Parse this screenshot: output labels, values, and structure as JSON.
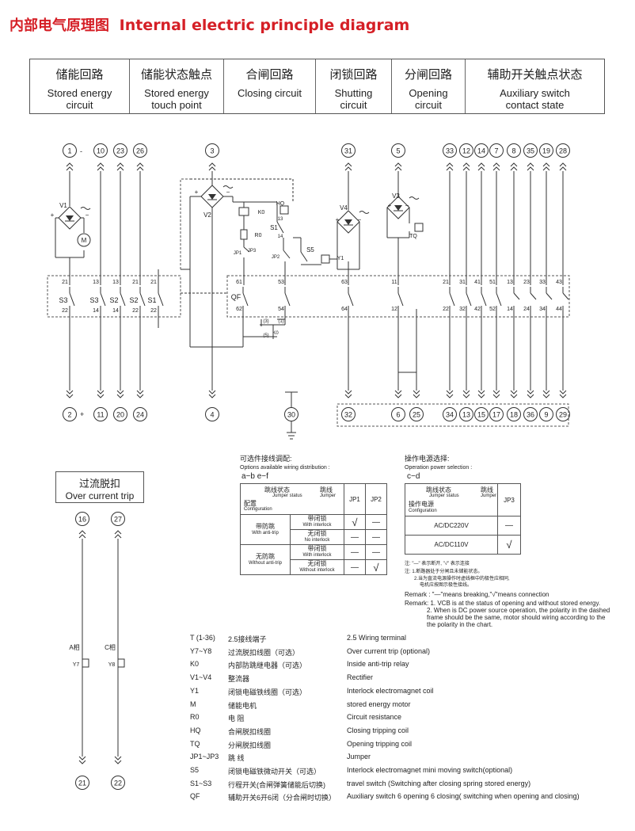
{
  "title": {
    "cn": "内部电气原理图",
    "en": "Internal electric principle diagram"
  },
  "header_cells": [
    {
      "cn": "储能回路",
      "en": "Stored energy\ncircuit"
    },
    {
      "cn": "储能状态触点",
      "en": "Stored energy\ntouch point"
    },
    {
      "cn": "合闸回路",
      "en": "Closing circuit"
    },
    {
      "cn": "闭锁回路",
      "en": "Shutting\ncircuit"
    },
    {
      "cn": "分闸回路",
      "en": "Opening\ncircuit"
    },
    {
      "cn": "辅助开关触点状态",
      "en": "Auxiliary switch\ncontact state"
    }
  ],
  "top_terminals": [
    "1",
    "10",
    "23",
    "26",
    "3",
    "31",
    "5",
    "33",
    "12",
    "14",
    "7",
    "8",
    "35",
    "19",
    "28"
  ],
  "top_minus": "-",
  "bottom_terminals": [
    "2",
    "11",
    "20",
    "24",
    "4",
    "30",
    "32",
    "6",
    "25",
    "34",
    "13",
    "15",
    "17",
    "18",
    "36",
    "9",
    "29"
  ],
  "bottom_plus": "+",
  "component_labels": {
    "v1": "V1",
    "v2": "V2",
    "v3": "V3",
    "v4": "V4",
    "m": "M",
    "k0": "K0",
    "hq": "HQ",
    "r0": "R0",
    "s1": "S1",
    "jp1": "JP1",
    "jp3": "JP3",
    "jp2": "JP2",
    "s5": "S5",
    "y1": "Y1",
    "tq": "TQ",
    "qf": "QF",
    "k0b": "K0",
    "n13": "13",
    "n14": "14",
    "p3": "(3)",
    "p1": "(1)",
    "p5": "(5)"
  },
  "switch_labels": {
    "left": [
      {
        "top": "21",
        "name": "S3",
        "bot": "22"
      },
      {
        "top": "13",
        "name": "S3",
        "bot": "14"
      },
      {
        "top": "13",
        "name": "S2",
        "bot": "14"
      },
      {
        "top": "21",
        "name": "S2",
        "bot": "22"
      },
      {
        "top": "21",
        "name": "S1",
        "bot": "22"
      }
    ],
    "qf": [
      {
        "top": "61",
        "bot": "62"
      },
      {
        "top": "53",
        "bot": "54"
      },
      {
        "top": "63",
        "bot": "64"
      },
      {
        "top": "11",
        "bot": "12"
      },
      {
        "top": "21",
        "bot": "22"
      },
      {
        "top": "31",
        "bot": "32"
      },
      {
        "top": "41",
        "bot": "42"
      },
      {
        "top": "51",
        "bot": "52"
      },
      {
        "top": "13",
        "bot": "14"
      },
      {
        "top": "23",
        "bot": "24"
      },
      {
        "top": "33",
        "bot": "34"
      },
      {
        "top": "43",
        "bot": "44"
      }
    ]
  },
  "over_current": {
    "cn": "过流脱扣",
    "en": "Over current trip",
    "terminals_top": [
      "16",
      "27"
    ],
    "terminals_bottom": [
      "21",
      "22"
    ],
    "phase_a": "A相",
    "phase_c": "C相",
    "y7": "Y7",
    "y8": "Y8"
  },
  "wiring_table": {
    "cn_title": "可选件接线调配:",
    "en_title": "Options available wiring distribution :",
    "options": "a−b   e−f",
    "head_status_cn": "跳线状态",
    "head_status_en": "Jumper status",
    "head_jumper_cn": "跳线",
    "head_jumper_en": "Jumper",
    "head_config_cn": "配置",
    "head_config_en": "Configuration",
    "jp1": "JP1",
    "jp2": "JP2",
    "rows": [
      {
        "group_cn": "带防跳",
        "group_en": "With anti-trip",
        "sub_cn": "带闭锁",
        "sub_en": "With interlock",
        "jp1": "√",
        "jp2": "—"
      },
      {
        "group_cn": "",
        "group_en": "",
        "sub_cn": "无闭锁",
        "sub_en": "No interlock",
        "jp1": "—",
        "jp2": "—"
      },
      {
        "group_cn": "无防跳",
        "group_en": "Without anti-trip",
        "sub_cn": "带闭锁",
        "sub_en": "With interlock",
        "jp1": "—",
        "jp2": "—"
      },
      {
        "group_cn": "",
        "group_en": "",
        "sub_cn": "无闭锁",
        "sub_en": "Without interlock",
        "jp1": "—",
        "jp2": "√"
      }
    ]
  },
  "power_table": {
    "cn_title": "操作电源选择:",
    "en_title": "Operation power selection :",
    "options": "c−d",
    "head_status_cn": "跳线状态",
    "head_status_en": "Jumper status",
    "head_jumper_cn": "跳线",
    "head_jumper_en": "Jumper",
    "head_source_cn": "操作电源",
    "head_source_en": "Configuration",
    "jp3": "JP3",
    "rows": [
      {
        "label": "AC/DC220V",
        "jp3": "—"
      },
      {
        "label": "AC/DC110V",
        "jp3": "√"
      }
    ]
  },
  "notes_cn": [
    "注: \"—\" 表示断开, \"√\" 表示连接",
    "注: 1.断路器处于分闸且未储能状态。",
    "2.当为直流电源操作时虚线框中的极性应相同,",
    "电机应按图示极性接线。"
  ],
  "remark1": "Remark : \"—\"means breaking,\"√\"means connection",
  "remark2": [
    "Remark: 1. VCB is at the status of opening and without stored energy.",
    "2. When is DC power source operation, the polarity in the dashed",
    "frame should be the same, motor should wiring according to the",
    "the polarity in the chart."
  ],
  "legend": [
    {
      "code": "T (1-36)",
      "cn": "2.5接线端子",
      "en": "2.5 Wiring terminal"
    },
    {
      "code": "Y7~Y8",
      "cn": "过流脱扣线圈（可选）",
      "en": "Over current trip (optional)"
    },
    {
      "code": "K0",
      "cn": "内部防跳继电器（可选）",
      "en": "Inside anti-trip relay"
    },
    {
      "code": "V1~V4",
      "cn": "整流器",
      "en": "Rectifier"
    },
    {
      "code": "Y1",
      "cn": "闭锁电磁铁线圈（可选）",
      "en": "Interlock electromagnet coil"
    },
    {
      "code": "M",
      "cn": "储能电机",
      "en": "stored energy motor"
    },
    {
      "code": "R0",
      "cn": "电  阻",
      "en": "Circuit resistance"
    },
    {
      "code": "HQ",
      "cn": "合闸脱扣线圈",
      "en": "Closing tripping coil"
    },
    {
      "code": "TQ",
      "cn": "分闸脱扣线圈",
      "en": "Opening tripping coil"
    },
    {
      "code": "JP1~JP3",
      "cn": "跳  线",
      "en": "Jumper"
    },
    {
      "code": "S5",
      "cn": "闭锁电磁铁微动开关（可选）",
      "en": "Interlock electromagnet mini moving switch(optional)"
    },
    {
      "code": "S1~S3",
      "cn": "行程开关(合闸弹簧储能后切换)",
      "en": "travel switch (Switching after closing spring stored energy)"
    },
    {
      "code": "QF",
      "cn": "辅助开关6开6闭（分合闸时切换）",
      "en": "Auxiliary switch 6 opening 6 closing( switching when opening and closing)"
    }
  ]
}
